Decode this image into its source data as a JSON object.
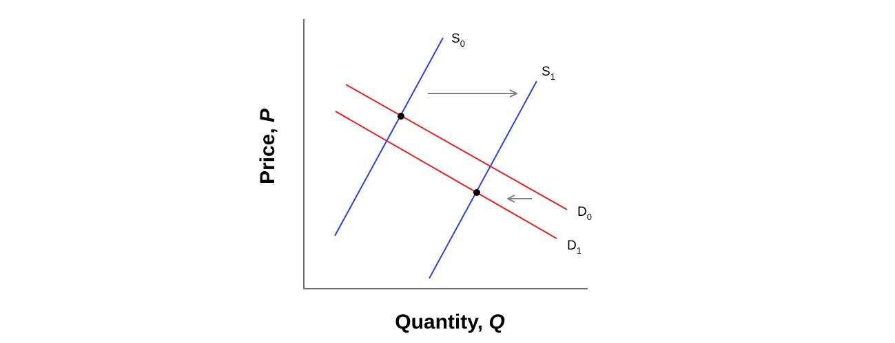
{
  "axes": {
    "x_label": "Quantity, ",
    "x_var": "Q",
    "y_label": "Price, ",
    "y_var": "P"
  },
  "curves": {
    "s0": {
      "letter": "S",
      "sub": "0"
    },
    "s1": {
      "letter": "S",
      "sub": "1"
    },
    "d0": {
      "letter": "D",
      "sub": "0"
    },
    "d1": {
      "letter": "D",
      "sub": "1"
    }
  },
  "colors": {
    "supply": "#2a3ee8",
    "demand": "#ee1c1c",
    "axis": "#6e6e6e",
    "arrow": "#808080"
  }
}
